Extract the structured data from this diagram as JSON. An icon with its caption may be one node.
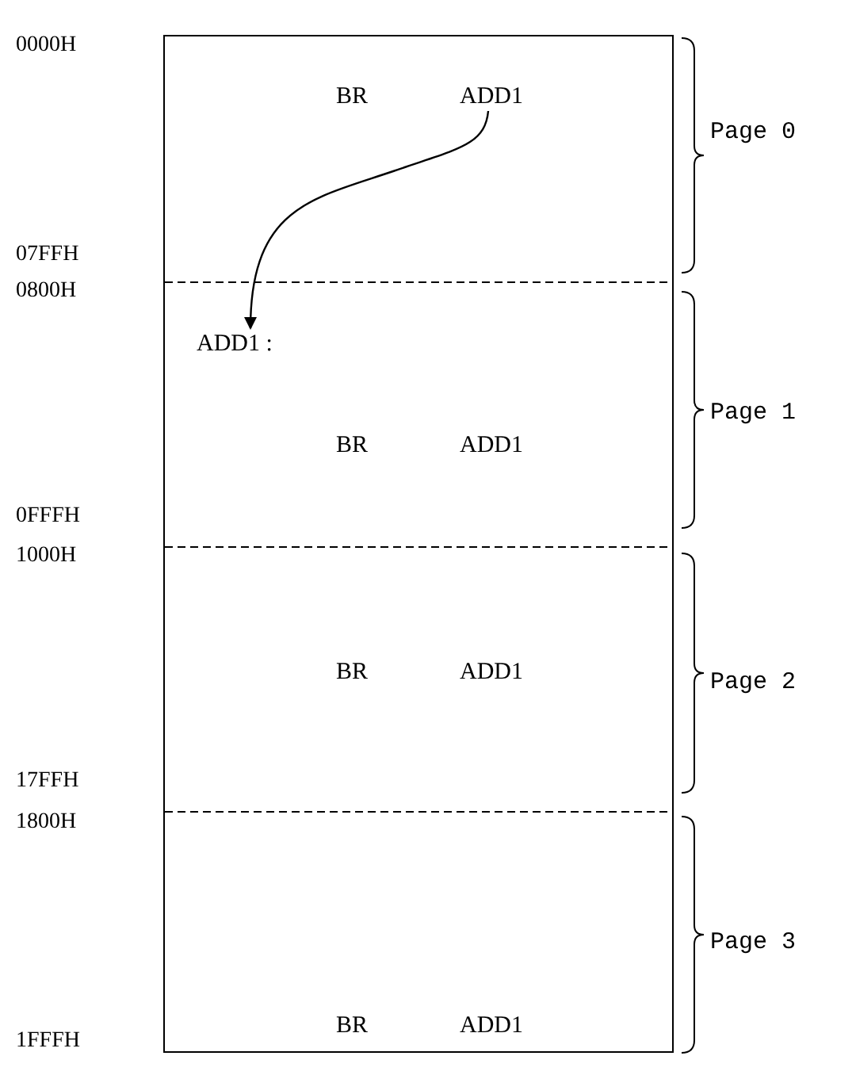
{
  "diagram": {
    "nodes": [
      {
        "text": [],
        "shape": "box"
      },
      {
        "text": [
          "ADD1"
        ],
        "in": 0
      },
      {
        "text": [
          "ADD1 :"
        ],
        "in": 0
      }
    ],
    "edges": [
      {
        "from": 1,
        "to": 2,
        "arrow": "to"
      }
    ],
    "labels": [
      "0000H",
      "BR",
      "Page 0",
      "07FFH",
      "0800H",
      "BR",
      "ADD1",
      "Page 1",
      "0FFFH",
      "1000H",
      "BR",
      "ADD1",
      "Page 2",
      "17FFH",
      "1800H",
      "Page 3",
      "1FFFH",
      "BR",
      "ADD1"
    ]
  }
}
